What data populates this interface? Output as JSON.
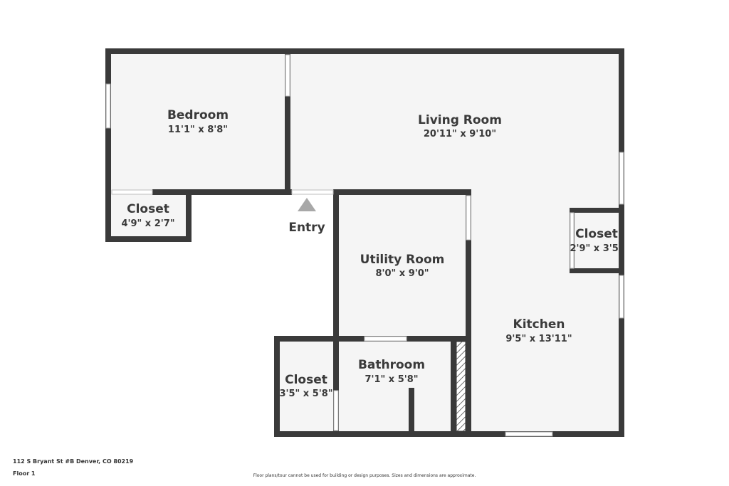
{
  "rooms": {
    "bedroom": {
      "name": "Bedroom",
      "dims": "11'1\" x 8'8\""
    },
    "living_room": {
      "name": "Living Room",
      "dims": "20'11\" x 9'10\""
    },
    "bedroom_closet": {
      "name": "Closet",
      "dims": "4'9\" x 2'7\""
    },
    "utility_room": {
      "name": "Utility Room",
      "dims": "8'0\" x 9'0\""
    },
    "kitchen_closet": {
      "name": "Closet",
      "dims": "2'9\" x 3'5\""
    },
    "kitchen": {
      "name": "Kitchen",
      "dims": "9'5\" x 13'11\""
    },
    "bathroom": {
      "name": "Bathroom",
      "dims": "7'1\" x 5'8\""
    },
    "hall_closet": {
      "name": "Closet",
      "dims": "3'5\" x 5'8\""
    }
  },
  "entry": {
    "label": "Entry"
  },
  "footer": {
    "address": "112 S Bryant St #B Denver, CO 80219",
    "floor": "Floor 1",
    "disclaimer": "Floor plans/tour cannot be used for building or design purposes. Sizes and dimensions are approximate."
  },
  "colors": {
    "wall": "#3a3a3a",
    "floor": "#f5f5f5",
    "text": "#3a3a3a"
  }
}
